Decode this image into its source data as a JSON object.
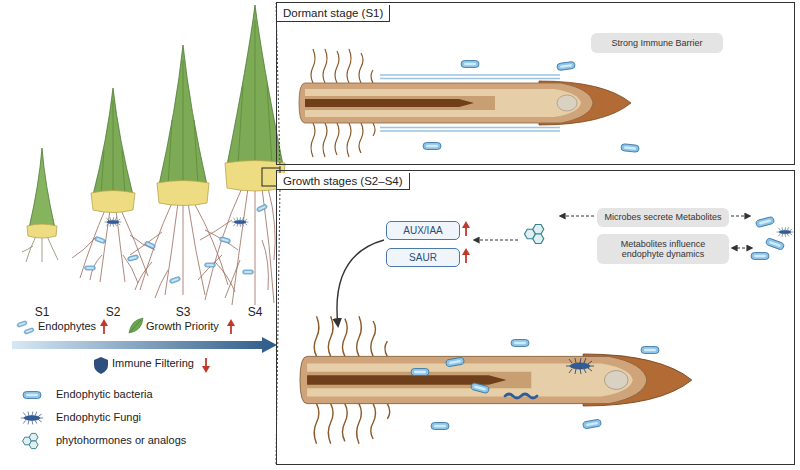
{
  "diagram": {
    "nodes": [
      {
        "text": [
          "Dormant stage (S1)"
        ]
      },
      {
        "text": [
          "Strong Immune Barrier"
        ],
        "in": 0
      },
      {
        "text": [
          "Growth stages (S2–S4)"
        ]
      },
      {
        "text": [
          "AUX/IAA"
        ],
        "in": 2
      },
      {
        "text": [
          "SAUR"
        ],
        "in": 2
      },
      {
        "text": [
          "Microbes secrete Metabolites"
        ],
        "in": 2
      },
      {
        "text": [
          "Metabolites influence endophyte dynamics"
        ],
        "in": 2
      }
    ],
    "labels": [
      "S1",
      "S2",
      "S3",
      "S4",
      "Endophytes",
      "Growth Priority",
      "Immune Filtering"
    ],
    "legend": [
      {
        "text": "Endophytic bacteria"
      },
      {
        "text": "Endophytic Fungi"
      },
      {
        "text": "phytohormones or analogs"
      }
    ]
  }
}
